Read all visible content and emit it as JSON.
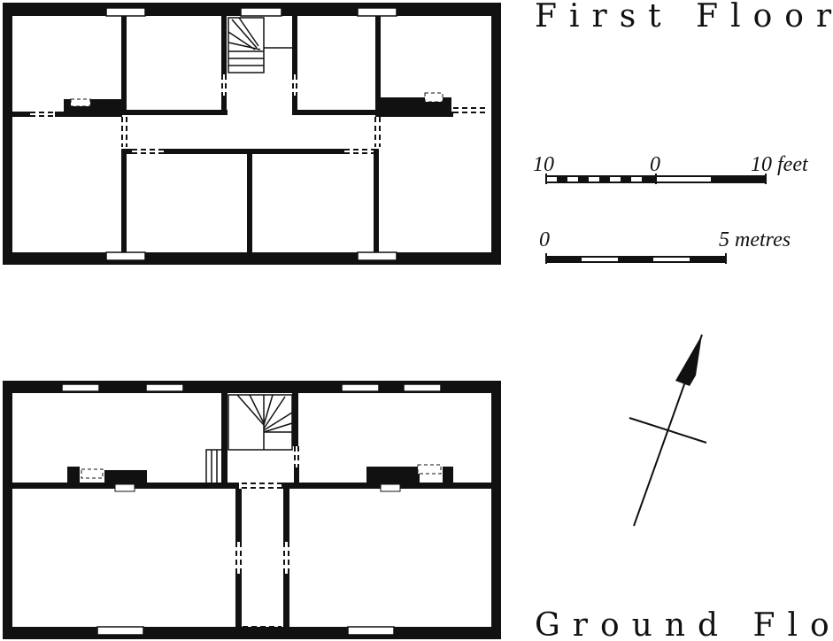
{
  "titles": {
    "first_floor": "First Floor",
    "ground_floor": "Ground Floor"
  },
  "scale_feet": {
    "left": "10",
    "middle": "0",
    "right": "10",
    "unit": "feet"
  },
  "scale_metres": {
    "left": "0",
    "right": "5",
    "unit": "metres"
  },
  "colors": {
    "ink": "#111111",
    "paper": "#ffffff"
  }
}
